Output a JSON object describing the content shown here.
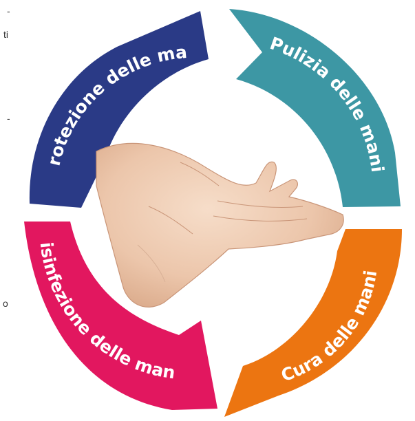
{
  "margin_text": [
    "-",
    "ti",
    "-",
    "o"
  ],
  "segments": [
    {
      "label": "Protezione delle mani",
      "color": "#2a3a86"
    },
    {
      "label": "Pulizia delle mani",
      "color": "#3d97a4"
    },
    {
      "label": "Cura delle mani",
      "color": "#ec7511"
    },
    {
      "label": "Disinfezione delle mani",
      "color": "#e2175f"
    }
  ],
  "center_image": "hands-icon"
}
